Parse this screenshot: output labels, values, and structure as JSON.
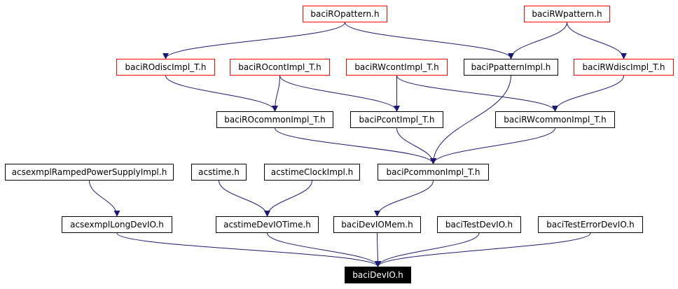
{
  "colors": {
    "edge": "#191970",
    "incomplete_border": "#ff0000",
    "normal_border": "#000000",
    "focus_fill": "#000000",
    "focus_text": "#ffffff"
  },
  "nodes": {
    "baciROpattern": {
      "label": "baciROpattern.h",
      "style": "red"
    },
    "baciRWpattern": {
      "label": "baciRWpattern.h",
      "style": "red"
    },
    "baciROdiscImpl_T": {
      "label": "baciROdiscImpl_T.h",
      "style": "red"
    },
    "baciROcontImpl_T": {
      "label": "baciROcontImpl_T.h",
      "style": "red"
    },
    "baciRWcontImpl_T": {
      "label": "baciRWcontImpl_T.h",
      "style": "red"
    },
    "baciPpatternImpl": {
      "label": "baciPpatternImpl.h",
      "style": "normal"
    },
    "baciRWdiscImpl_T": {
      "label": "baciRWdiscImpl_T.h",
      "style": "red"
    },
    "baciROcommonImpl_T": {
      "label": "baciROcommonImpl_T.h",
      "style": "normal"
    },
    "baciPcontImpl_T": {
      "label": "baciPcontImpl_T.h",
      "style": "normal"
    },
    "baciRWcommonImpl_T": {
      "label": "baciRWcommonImpl_T.h",
      "style": "normal"
    },
    "acsexmplRampedPowerSupplyImpl": {
      "label": "acsexmplRampedPowerSupplyImpl.h",
      "style": "normal"
    },
    "acstime": {
      "label": "acstime.h",
      "style": "normal"
    },
    "acstimeClockImpl": {
      "label": "acstimeClockImpl.h",
      "style": "normal"
    },
    "baciPcommonImpl_T": {
      "label": "baciPcommonImpl_T.h",
      "style": "normal"
    },
    "acsexmplLongDevIO": {
      "label": "acsexmplLongDevIO.h",
      "style": "normal"
    },
    "acstimeDevIOTime": {
      "label": "acstimeDevIOTime.h",
      "style": "normal"
    },
    "baciDevIOMem": {
      "label": "baciDevIOMem.h",
      "style": "normal"
    },
    "baciTestDevIO": {
      "label": "baciTestDevIO.h",
      "style": "normal"
    },
    "baciTestErrorDevIO": {
      "label": "baciTestErrorDevIO.h",
      "style": "normal"
    },
    "baciDevIO": {
      "label": "baciDevIO.h",
      "style": "focus"
    }
  },
  "edges": [
    [
      "baciROpattern",
      "baciROdiscImpl_T"
    ],
    [
      "baciROpattern",
      "baciPpatternImpl"
    ],
    [
      "baciRWpattern",
      "baciPpatternImpl"
    ],
    [
      "baciRWpattern",
      "baciRWdiscImpl_T"
    ],
    [
      "baciROdiscImpl_T",
      "baciROcommonImpl_T"
    ],
    [
      "baciROcontImpl_T",
      "baciROcommonImpl_T"
    ],
    [
      "baciROcontImpl_T",
      "baciPcontImpl_T"
    ],
    [
      "baciRWcontImpl_T",
      "baciPcontImpl_T"
    ],
    [
      "baciRWcontImpl_T",
      "baciRWcommonImpl_T"
    ],
    [
      "baciPpatternImpl",
      "baciPcommonImpl_T"
    ],
    [
      "baciRWdiscImpl_T",
      "baciRWcommonImpl_T"
    ],
    [
      "baciROcommonImpl_T",
      "baciPcommonImpl_T"
    ],
    [
      "baciPcontImpl_T",
      "baciPcommonImpl_T"
    ],
    [
      "baciRWcommonImpl_T",
      "baciPcommonImpl_T"
    ],
    [
      "acsexmplRampedPowerSupplyImpl",
      "acsexmplLongDevIO"
    ],
    [
      "acstime",
      "acstimeDevIOTime"
    ],
    [
      "acstimeClockImpl",
      "acstimeDevIOTime"
    ],
    [
      "baciPcommonImpl_T",
      "baciDevIOMem"
    ],
    [
      "acsexmplLongDevIO",
      "baciDevIO"
    ],
    [
      "acstimeDevIOTime",
      "baciDevIO"
    ],
    [
      "baciDevIOMem",
      "baciDevIO"
    ],
    [
      "baciTestDevIO",
      "baciDevIO"
    ],
    [
      "baciTestErrorDevIO",
      "baciDevIO"
    ]
  ]
}
